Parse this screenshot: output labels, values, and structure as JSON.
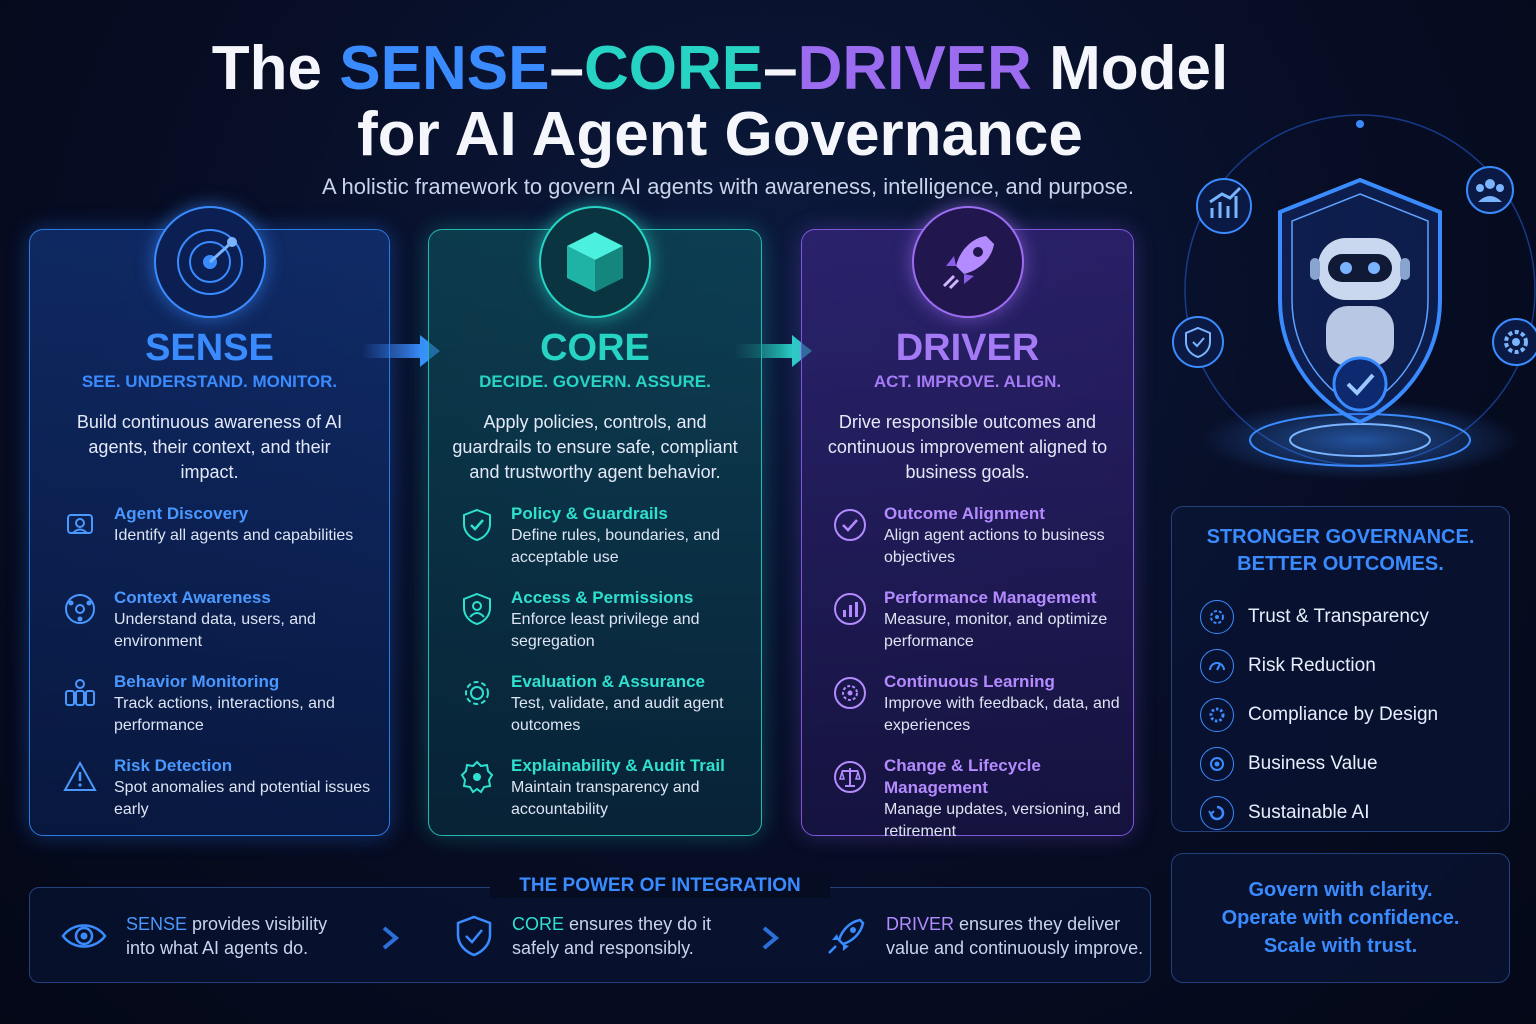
{
  "header": {
    "title_prefix": "The",
    "title_sense": "SENSE",
    "title_dash1": "–",
    "title_core": "CORE",
    "title_dash2": "–",
    "title_driver": "DRIVER",
    "title_suffix": "Model",
    "title_line2": "for AI Agent Governance",
    "subtitle": "A holistic framework to govern AI agents with awareness, intelligence, and purpose."
  },
  "colors": {
    "sense": "#3a8bff",
    "core": "#27d4c4",
    "driver": "#9b6cf0",
    "background": "#070d24"
  },
  "pillars": [
    {
      "icon": "radar-icon",
      "title": "SENSE",
      "tagline": "SEE. UNDERSTAND. MONITOR.",
      "description": "Build continuous awareness of AI agents, their context, and their impact.",
      "items": [
        {
          "icon": "agent-discovery-icon",
          "title": "Agent Discovery",
          "desc": "Identify all agents and capabilities"
        },
        {
          "icon": "network-icon",
          "title": "Context Awareness",
          "desc": "Understand data, users, and environment"
        },
        {
          "icon": "people-monitor-icon",
          "title": "Behavior Monitoring",
          "desc": "Track actions, interactions, and performance"
        },
        {
          "icon": "warning-icon",
          "title": "Risk Detection",
          "desc": "Spot anomalies and potential issues early"
        }
      ]
    },
    {
      "icon": "cube-icon",
      "title": "CORE",
      "tagline": "DECIDE. GOVERN. ASSURE.",
      "description": "Apply policies, controls, and guardrails to ensure safe, compliant and trustworthy agent behavior.",
      "items": [
        {
          "icon": "shield-check-icon",
          "title": "Policy & Guardrails",
          "desc": "Define rules, boundaries, and acceptable use"
        },
        {
          "icon": "user-shield-icon",
          "title": "Access & Permissions",
          "desc": "Enforce least privilege and segregation"
        },
        {
          "icon": "gear-check-icon",
          "title": "Evaluation & Assurance",
          "desc": "Test, validate, and audit agent outcomes"
        },
        {
          "icon": "audit-badge-icon",
          "title": "Explainability & Audit Trail",
          "desc": "Maintain transparency and accountability"
        }
      ]
    },
    {
      "icon": "rocket-icon",
      "title": "DRIVER",
      "tagline": "ACT. IMPROVE. ALIGN.",
      "description": "Drive responsible outcomes and continuous improvement aligned to business goals.",
      "items": [
        {
          "icon": "check-circle-icon",
          "title": "Outcome Alignment",
          "desc": "Align agent actions to business objectives"
        },
        {
          "icon": "bar-chart-icon",
          "title": "Performance Management",
          "desc": "Measure, monitor, and optimize performance"
        },
        {
          "icon": "learning-gear-icon",
          "title": "Continuous Learning",
          "desc": "Improve with feedback, data, and experiences"
        },
        {
          "icon": "scales-icon",
          "title": "Change & Lifecycle Management",
          "desc": "Manage updates, versioning, and retirement"
        }
      ]
    }
  ],
  "benefits": {
    "title": "STRONGER GOVERNANCE. BETTER OUTCOMES.",
    "items": [
      {
        "icon": "trust-icon",
        "label": "Trust & Transparency"
      },
      {
        "icon": "risk-icon",
        "label": "Risk Reduction"
      },
      {
        "icon": "compliance-icon",
        "label": "Compliance by Design"
      },
      {
        "icon": "value-icon",
        "label": "Business Value"
      },
      {
        "icon": "sustainable-icon",
        "label": "Sustainable AI"
      }
    ]
  },
  "motto": [
    "Govern with clarity.",
    "Operate with confidence.",
    "Scale with trust."
  ],
  "integration": {
    "title": "THE POWER OF INTEGRATION",
    "parts": [
      {
        "icon": "eye-icon",
        "highlight": "SENSE",
        "rest1": " provides visibility",
        "line2": "into what AI agents do."
      },
      {
        "icon": "shield-check-icon",
        "highlight": "CORE",
        "rest1": " ensures they do it",
        "line2": "safely and responsibly."
      },
      {
        "icon": "rocket-icon",
        "highlight": "DRIVER",
        "rest1": " ensures they deliver",
        "line2": "value and continuously improve."
      }
    ]
  }
}
